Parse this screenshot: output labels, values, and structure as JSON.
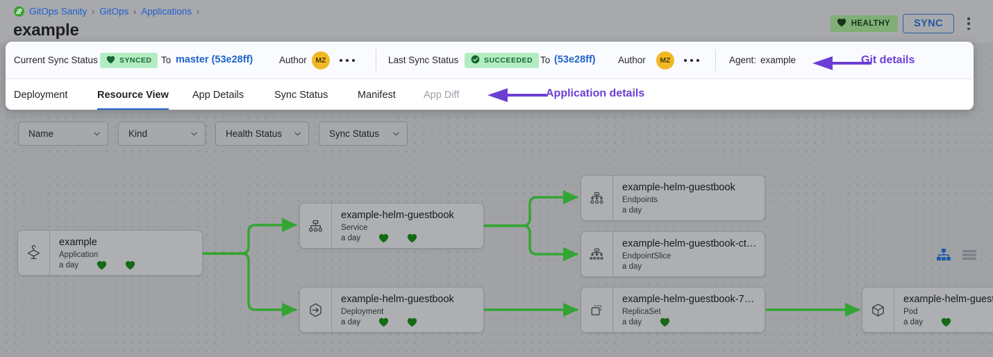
{
  "header": {
    "breadcrumb": [
      "GitOps Sanity",
      "GitOps",
      "Applications"
    ],
    "breadcrumb_separator": "›",
    "title": "example",
    "health_badge": "HEALTHY",
    "sync_button": "SYNC",
    "kebab_menu": "more-options"
  },
  "colors": {
    "accent_blue": "#1f64cc",
    "health_green": "#7fae76",
    "badge_green_bg": "#b3ecc3",
    "badge_green_text": "#14662e",
    "annotation_purple": "#6b3fd4",
    "edge_green": "#33a532",
    "avatar_yellow": "#f2b824",
    "canvas_gray": "#a0a2a6",
    "node_gray": "#adafb3",
    "panel_white": "#fafbfe"
  },
  "status_bar": {
    "current": {
      "label": "Current Sync Status",
      "badge": "SYNCED",
      "badge_icon": "heart-icon",
      "to_label": "To",
      "revision": "master (53e28ff)",
      "author_label": "Author",
      "author_initials": "MZ"
    },
    "last": {
      "label": "Last Sync Status",
      "badge": "SUCCEEDED",
      "badge_icon": "check-circle-icon",
      "to_label": "To",
      "revision": "(53e28ff)",
      "author_label": "Author",
      "author_initials": "MZ"
    },
    "agent_label": "Agent:",
    "agent_value": "example"
  },
  "tabs": [
    {
      "label": "Deployment",
      "active": false,
      "disabled": false
    },
    {
      "label": "Resource View",
      "active": true,
      "disabled": false
    },
    {
      "label": "App Details",
      "active": false,
      "disabled": false
    },
    {
      "label": "Sync Status",
      "active": false,
      "disabled": false
    },
    {
      "label": "Manifest",
      "active": false,
      "disabled": false
    },
    {
      "label": "App Diff",
      "active": false,
      "disabled": true
    }
  ],
  "annotations": [
    {
      "text": "Git details",
      "arrow": "left-arrow-icon"
    },
    {
      "text": "Application details",
      "arrow": "left-arrow-icon"
    }
  ],
  "filters": [
    {
      "label": "Name",
      "icon": "chevron-down-icon"
    },
    {
      "label": "Kind",
      "icon": "chevron-down-icon"
    },
    {
      "label": "Health Status",
      "icon": "chevron-down-icon"
    },
    {
      "label": "Sync Status",
      "icon": "chevron-down-icon"
    }
  ],
  "view_toggles": [
    {
      "name": "tree-view-icon",
      "active": true
    },
    {
      "name": "list-view-icon",
      "active": false
    }
  ],
  "graph": {
    "nodes": [
      {
        "id": "app",
        "title": "example",
        "kind": "Application",
        "age": "a day",
        "hearts": 2,
        "icon": "application-icon"
      },
      {
        "id": "service",
        "title": "example-helm-guestbook",
        "kind": "Service",
        "age": "a day",
        "hearts": 2,
        "icon": "service-icon"
      },
      {
        "id": "deployment",
        "title": "example-helm-guestbook",
        "kind": "Deployment",
        "age": "a day",
        "hearts": 2,
        "icon": "deployment-icon"
      },
      {
        "id": "endpoints",
        "title": "example-helm-guestbook",
        "kind": "Endpoints",
        "age": "a day",
        "hearts": 0,
        "icon": "endpoints-icon"
      },
      {
        "id": "endpointslice",
        "title": "example-helm-guestbook-ct…",
        "kind": "EndpointSlice",
        "age": "a day",
        "hearts": 0,
        "icon": "endpointslice-icon"
      },
      {
        "id": "replicaset",
        "title": "example-helm-guestbook-74…",
        "kind": "ReplicaSet",
        "age": "a day",
        "hearts": 1,
        "icon": "replicaset-icon"
      },
      {
        "id": "pod",
        "title": "example-helm-guest",
        "kind": "Pod",
        "age": "a day",
        "hearts": 1,
        "icon": "pod-icon"
      }
    ]
  }
}
